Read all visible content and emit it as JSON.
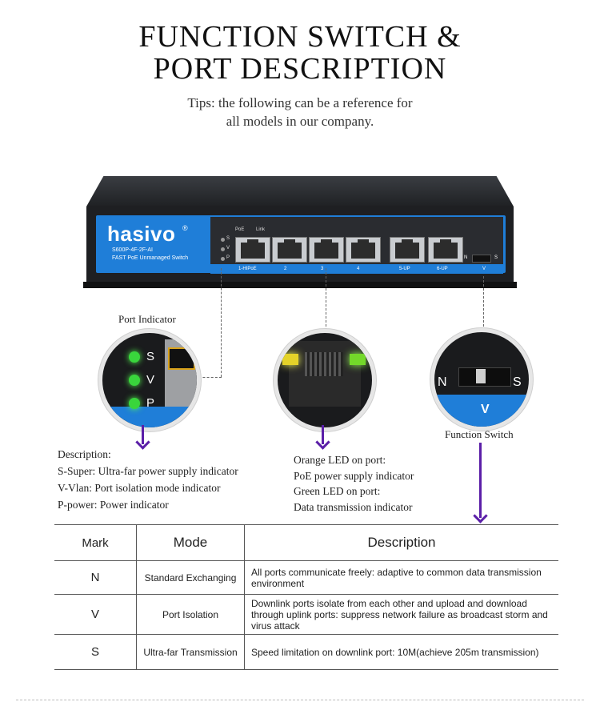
{
  "title": {
    "line1": "FUNCTION SWITCH &",
    "line2": "PORT DESCRIPTION"
  },
  "tips": {
    "line1": "Tips: the following can be a reference for",
    "line2": "all models in our company."
  },
  "device": {
    "brand": "hasivo",
    "reg_mark": "®",
    "model": "S600P-4F-2F-AI",
    "model_desc": "FAST PoE Unmanaged Switch",
    "indicators": [
      "S",
      "V",
      "P"
    ],
    "header_labels": [
      "PoE",
      "Link"
    ],
    "port_labels": [
      "1-HIPoE",
      "2",
      "3",
      "4",
      "5-UP",
      "6-UP",
      "V"
    ],
    "dip_labels": [
      "N",
      "S"
    ],
    "brand_color": "#1f7ed8"
  },
  "callouts": {
    "port_indicator": {
      "label": "Port Indicator",
      "letters": [
        "S",
        "V",
        "P"
      ],
      "description_title": "Description:",
      "lines": [
        "S-Super: Ultra-far power supply indicator",
        "V-Vlan: Port isolation mode indicator",
        "P-power: Power indicator"
      ]
    },
    "led": {
      "lines": [
        "Orange LED on port:",
        "PoE power supply indicator",
        "Green LED on port:",
        "Data transmission indicator"
      ]
    },
    "function_switch": {
      "label": "Function Switch",
      "letters": [
        "N",
        "S",
        "V"
      ]
    },
    "arrow_color": "#5b1fa8"
  },
  "table": {
    "headers": [
      "Mark",
      "Mode",
      "Description"
    ],
    "rows": [
      {
        "mark": "N",
        "mode": "Standard Exchanging",
        "desc": "All ports communicate freely: adaptive to common data transmission environment"
      },
      {
        "mark": "V",
        "mode": "Port Isolation",
        "desc": "Downlink ports isolate from each other and upload and download through uplink ports: suppress network failure as broadcast storm and virus attack"
      },
      {
        "mark": "S",
        "mode": "Ultra-far Transmission",
        "desc": "Speed limitation on downlink port: 10M(achieve 205m transmission)"
      }
    ]
  }
}
